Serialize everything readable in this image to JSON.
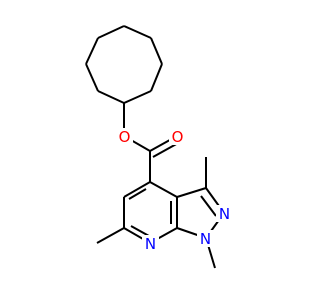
{
  "colors": {
    "bond": "#000000",
    "oxygen": "#ff0000",
    "nitrogen": "#0000ff",
    "background": "#ffffff"
  },
  "atoms": {
    "ester_oxygen": "O",
    "carbonyl_oxygen": "O",
    "pyrazole_n2": "N",
    "pyrazole_n1": "N",
    "pyridine_n": "N"
  }
}
